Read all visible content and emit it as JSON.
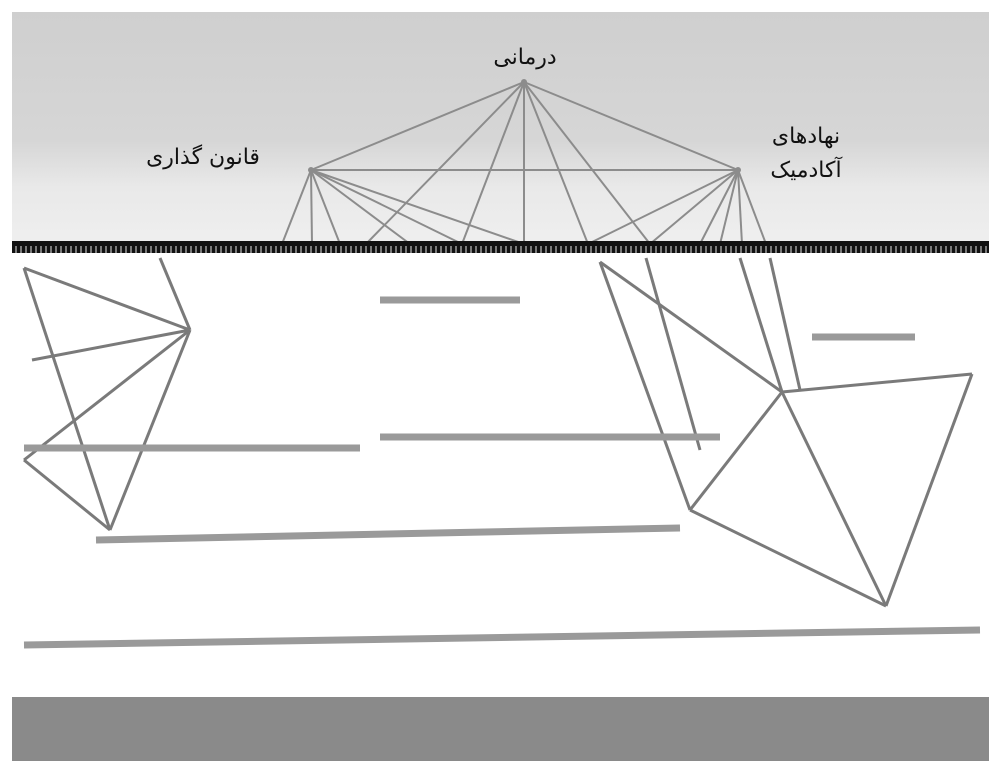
{
  "labels": {
    "top": "درمانی",
    "left": "قانون گذاری",
    "right_line1": "نهادهای",
    "right_line2": "آکادمیک"
  },
  "colors": {
    "top_background": "#d6d6d6",
    "edge": "#8c8c8c",
    "divider": "#111111",
    "bottom_bar": "#8a8a8a"
  }
}
